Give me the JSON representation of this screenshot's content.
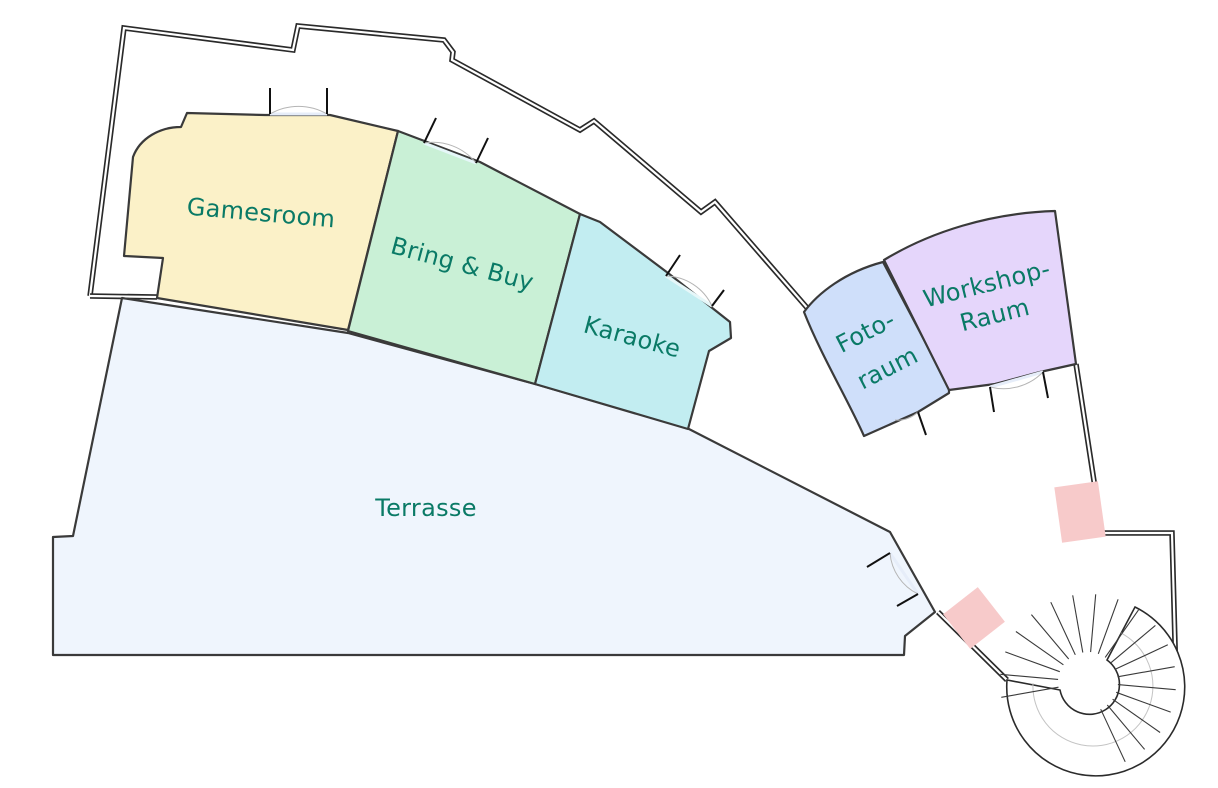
{
  "map": {
    "rooms": [
      {
        "id": "gamesroom",
        "label": "Gamesroom",
        "color": "#fbf1c8"
      },
      {
        "id": "bring-buy",
        "label": "Bring & Buy",
        "color": "#c9f0d6"
      },
      {
        "id": "karaoke",
        "label": "Karaoke",
        "color": "#c2edf1"
      },
      {
        "id": "terrasse",
        "label": "Terrasse",
        "color": "#eff5fd"
      },
      {
        "id": "fotoraum",
        "label_lines": [
          "Foto-",
          "raum"
        ],
        "color": "#cfdffa"
      },
      {
        "id": "workshop",
        "label_lines": [
          "Workshop-",
          "Raum"
        ],
        "color": "#e5d6fb"
      }
    ],
    "label_color": "#0a7a66",
    "wall_color": "#2a2a2a",
    "marker_color": "#f7caca",
    "stair_icon": "spiral-staircase"
  }
}
